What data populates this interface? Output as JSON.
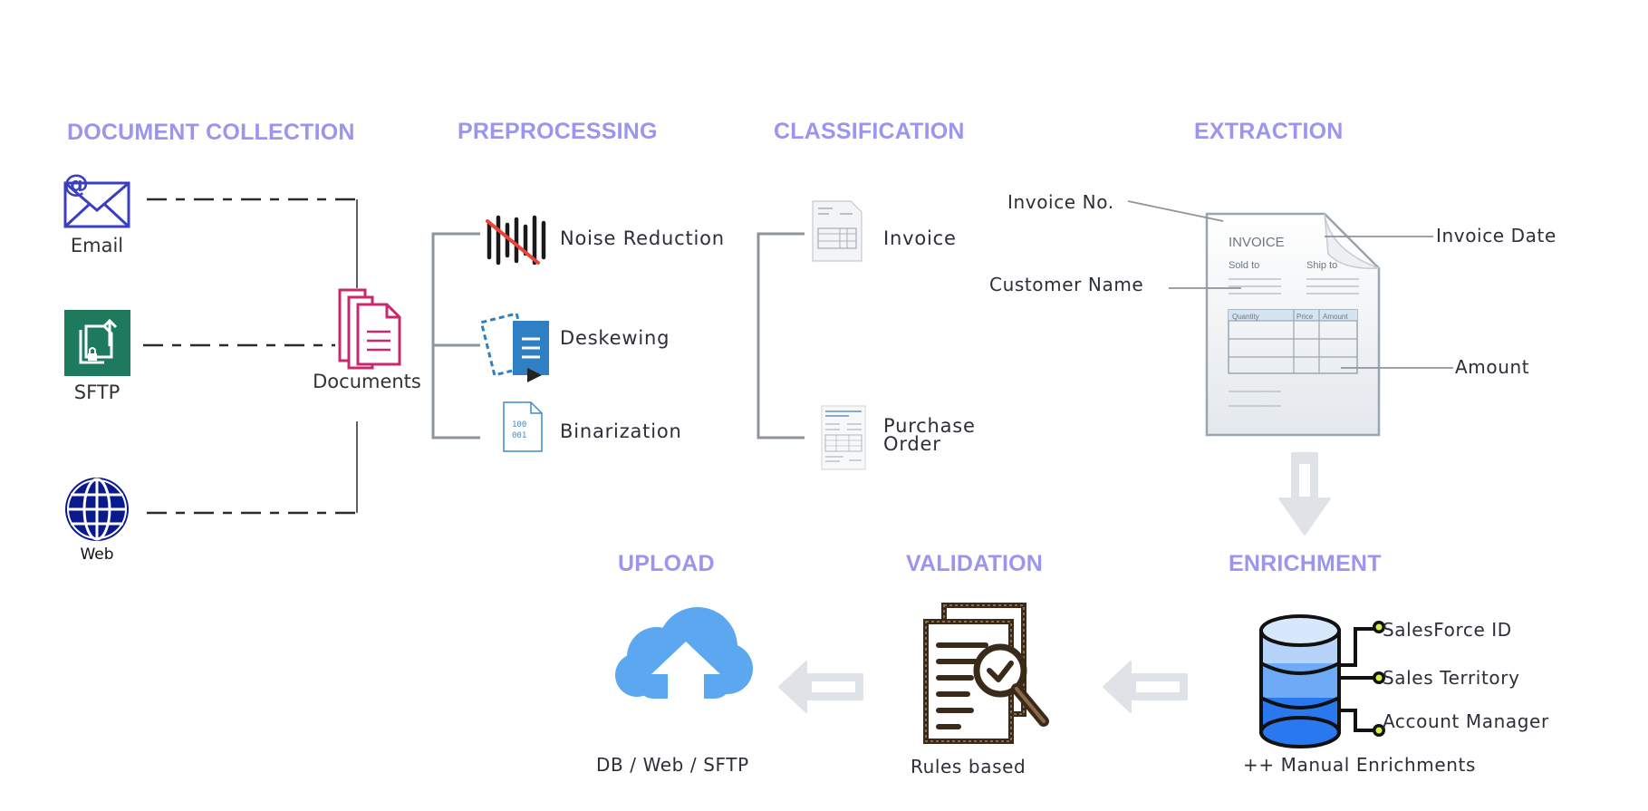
{
  "sections": {
    "collection": "DOCUMENT COLLECTION",
    "preprocessing": "PREPROCESSING",
    "classification": "CLASSIFICATION",
    "extraction": "EXTRACTION",
    "upload": "UPLOAD",
    "validation": "VALIDATION",
    "enrichment": "ENRICHMENT"
  },
  "sources": [
    {
      "label": "Email",
      "icon": "email-icon"
    },
    {
      "label": "SFTP",
      "icon": "sftp-icon"
    },
    {
      "label": "Web",
      "icon": "globe-icon"
    }
  ],
  "documents_label": "Documents",
  "preprocessing_steps": [
    {
      "label": "Noise Reduction",
      "icon": "noise-reduction-icon"
    },
    {
      "label": "Deskewing",
      "icon": "deskew-icon"
    },
    {
      "label": "Binarization",
      "icon": "binary-file-icon"
    }
  ],
  "classification_types": [
    {
      "label": "Invoice",
      "icon": "invoice-thumbnail-icon"
    },
    {
      "label": "Purchase Order",
      "icon": "purchase-order-thumbnail-icon"
    }
  ],
  "extraction": {
    "fields": [
      "Invoice No.",
      "Invoice Date",
      "Customer Name",
      "Amount"
    ],
    "invoice": {
      "title": "INVOICE",
      "sold_to": "Sold to",
      "ship_to": "Ship to",
      "columns": [
        "Quantity",
        "Price",
        "Amount"
      ]
    }
  },
  "enrichment": {
    "fields": [
      "SalesForce ID",
      "Sales Territory",
      "Account Manager"
    ],
    "caption": "++ Manual Enrichments"
  },
  "validation": {
    "caption": "Rules based"
  },
  "upload": {
    "caption": "DB / Web / SFTP"
  },
  "colors": {
    "section_title": "#9b95f0",
    "connector": "#8e949c",
    "documents": "#c8286e",
    "sftp_bg": "#1e7a5c",
    "globe": "#0a1a8c",
    "email": "#3b3fbf",
    "cloud": "#5ba8f0",
    "database": "#2a78f0",
    "arrow": "#dfe3e7"
  }
}
